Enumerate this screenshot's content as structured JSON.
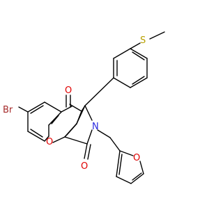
{
  "molecule": {
    "atom_labels": {
      "br": "Br",
      "o_ketone": "O",
      "o_pyran": "O",
      "o_imide": "O",
      "n": "N",
      "o_furan": "O",
      "s": "S"
    },
    "colors": {
      "bond": "#000000",
      "bromine": "#a52a2a",
      "oxygen": "#e00000",
      "nitrogen": "#2a2ae0",
      "sulfur": "#b8a000"
    }
  }
}
